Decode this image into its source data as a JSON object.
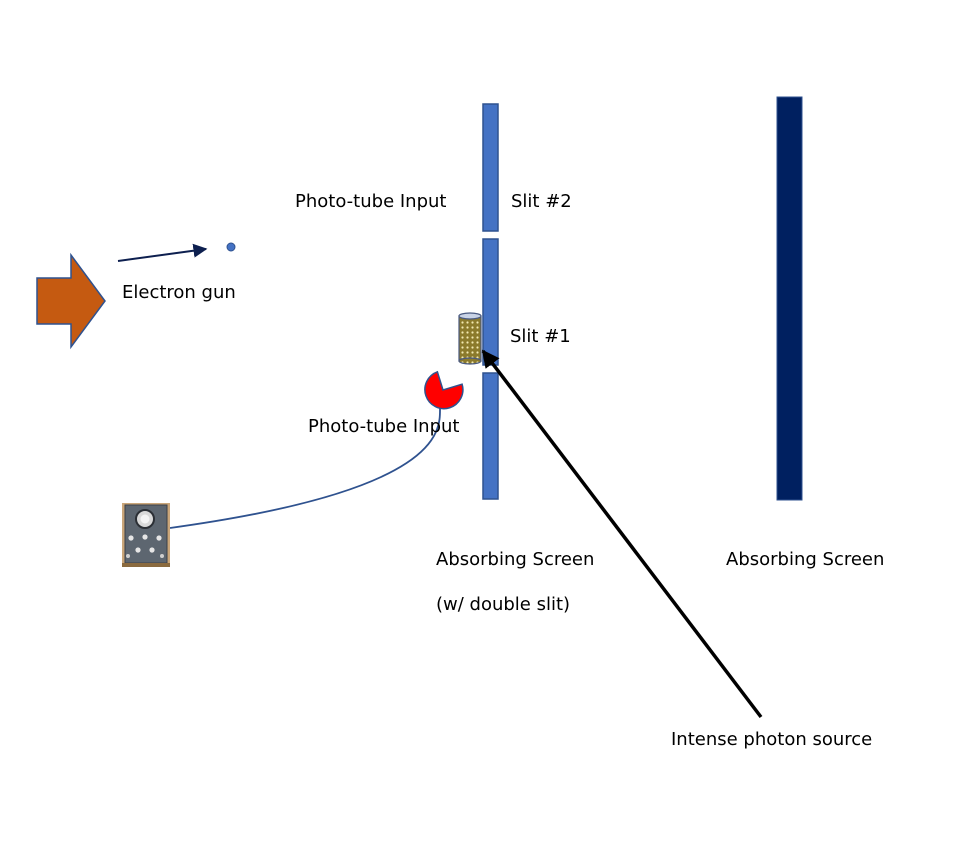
{
  "labels": {
    "phototube_input_top": "Photo-tube Input",
    "slit2": "Slit #2",
    "electron_gun": "Electron gun",
    "slit1": "Slit #1",
    "phototube_input_bottom": "Photo-tube Input",
    "absorbing_screen_left": "Absorbing Screen",
    "double_slit_note": "(w/ double slit)",
    "absorbing_screen_right": "Absorbing Screen",
    "photon_source": "Intense photon source"
  },
  "icons": {
    "electron_gun": "block-arrow-right-icon",
    "phototube": "pac-man-sensor-icon",
    "detector_cylinder": "dotted-cylinder-icon",
    "oscilloscope": "oscilloscope-device-icon"
  },
  "colors": {
    "gun_fill": "#c55a11",
    "gun_stroke": "#2f528f",
    "slit_screen_fill": "#4472c4",
    "slit_screen_stroke": "#2f528f",
    "back_screen_fill": "#002060",
    "electron_path": "#0d1f4f",
    "phototube_fill": "#ff0000",
    "cylinder_fill": "#8b7a2b",
    "photon_beam": "#000000",
    "cable": "#2f528f"
  }
}
